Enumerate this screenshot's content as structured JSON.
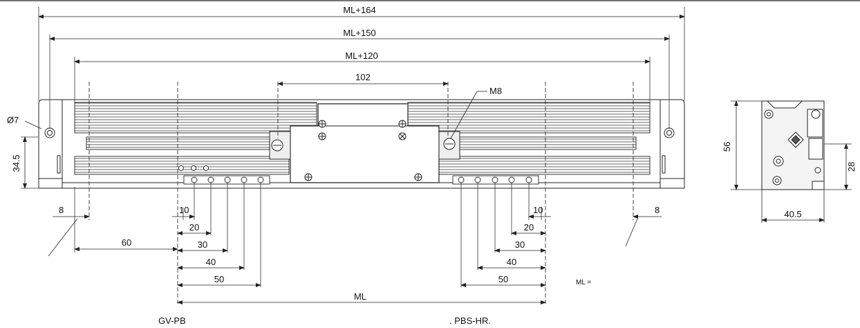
{
  "dimensions": {
    "ml_plus_164": "ML+164",
    "ml_plus_150": "ML+150",
    "ml_plus_120": "ML+120",
    "d102": "102",
    "m8": "M8",
    "hole_dia": "Ø7",
    "height_34_5": "34.5",
    "left_8": "8",
    "right_8": "8",
    "left_60": "60",
    "left_10": "10",
    "left_20": "20",
    "left_30": "30",
    "left_40": "40",
    "left_50": "50",
    "right_10": "10",
    "right_20": "20",
    "right_30": "30",
    "right_40": "40",
    "right_50": "50",
    "ml": "ML",
    "side_height_56": "56",
    "side_height_28": "28",
    "side_width_40_5": "40.5"
  },
  "notes": {
    "ml_equals": "ML ="
  },
  "captions": {
    "left": "GV-PB",
    "right": ". PBS-HR."
  }
}
